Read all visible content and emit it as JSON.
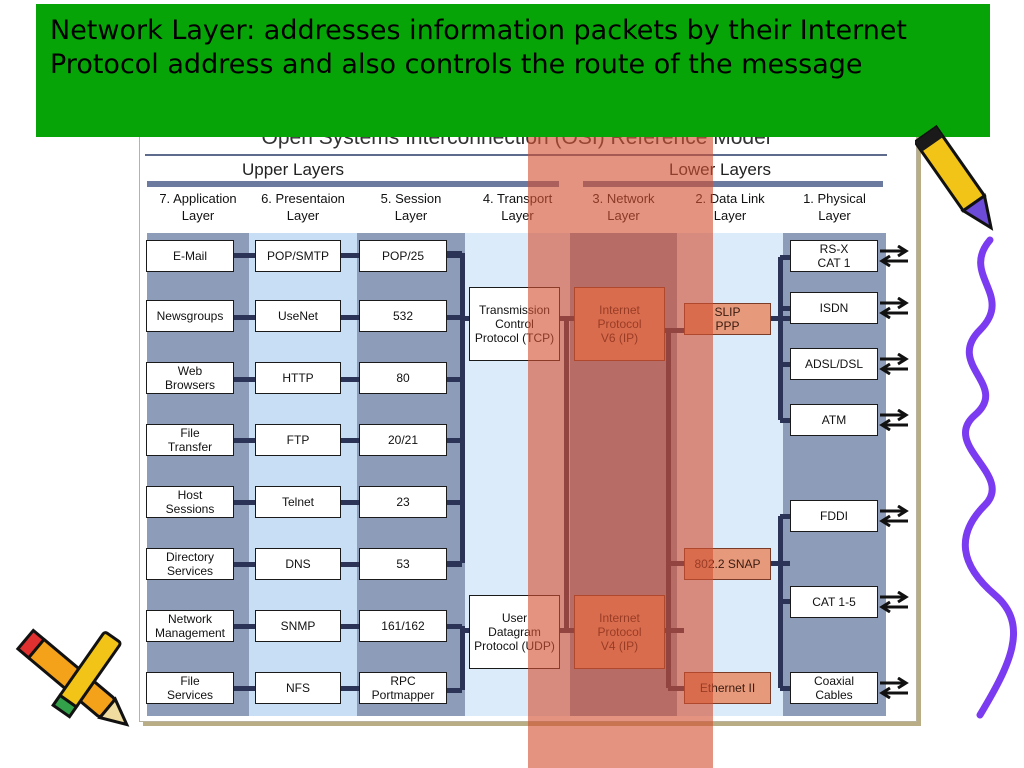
{
  "title": "Network Layer: addresses information packets by their Internet Protocol address and also controls the route of the message",
  "diagram": {
    "heading": "Open Systems Interconnection (OSI) Reference Model",
    "groups": {
      "upper": "Upper Layers",
      "lower": "Lower Layers"
    },
    "columns": [
      {
        "line1": "7. Application",
        "line2": "Layer"
      },
      {
        "line1": "6. Presentaion",
        "line2": "Layer"
      },
      {
        "line1": "5. Session",
        "line2": "Layer"
      },
      {
        "line1": "4. Transport",
        "line2": "Layer"
      },
      {
        "line1": "3. Network",
        "line2": "Layer"
      },
      {
        "line1": "2. Data Link",
        "line2": "Layer"
      },
      {
        "line1": "1. Physical",
        "line2": "Layer"
      }
    ],
    "application": [
      [
        "E-Mail"
      ],
      [
        "Newsgroups"
      ],
      [
        "Web",
        "Browsers"
      ],
      [
        "File",
        "Transfer"
      ],
      [
        "Host",
        "Sessions"
      ],
      [
        "Directory",
        "Services"
      ],
      [
        "Network",
        "Management"
      ],
      [
        "File",
        "Services"
      ]
    ],
    "presentation": [
      [
        "POP/SMTP"
      ],
      [
        "UseNet"
      ],
      [
        "HTTP"
      ],
      [
        "FTP"
      ],
      [
        "Telnet"
      ],
      [
        "DNS"
      ],
      [
        "SNMP"
      ],
      [
        "NFS"
      ]
    ],
    "session": [
      [
        "POP/25"
      ],
      [
        "532"
      ],
      [
        "80"
      ],
      [
        "20/21"
      ],
      [
        "23"
      ],
      [
        "53"
      ],
      [
        "161/162"
      ],
      [
        "RPC",
        "Portmapper"
      ]
    ],
    "transport": [
      [
        "Transmission",
        "Control",
        "Protocol (TCP)"
      ],
      [
        "User",
        "Datagram",
        "Protocol (UDP)"
      ]
    ],
    "network": [
      [
        "Internet",
        "Protocol",
        "V6 (IP)"
      ],
      [
        "Internet",
        "Protocol",
        "V4 (IP)"
      ]
    ],
    "datalink": [
      [
        "SLIP",
        "PPP"
      ],
      [
        "802.2 SNAP"
      ],
      [
        "Ethernet II"
      ]
    ],
    "physical": [
      [
        "RS-X",
        "CAT 1"
      ],
      [
        "ISDN"
      ],
      [
        "ADSL/DSL"
      ],
      [
        "ATM"
      ],
      [
        "FDDI"
      ],
      [
        "CAT 1-5"
      ],
      [
        "Coaxial",
        "Cables"
      ]
    ]
  },
  "colors": {
    "banner": "#07a407",
    "overlay": "#d25032",
    "column_dark": "#8d9cb8",
    "column_light": "#c8def5",
    "protocol_box": "#e69a7b"
  }
}
